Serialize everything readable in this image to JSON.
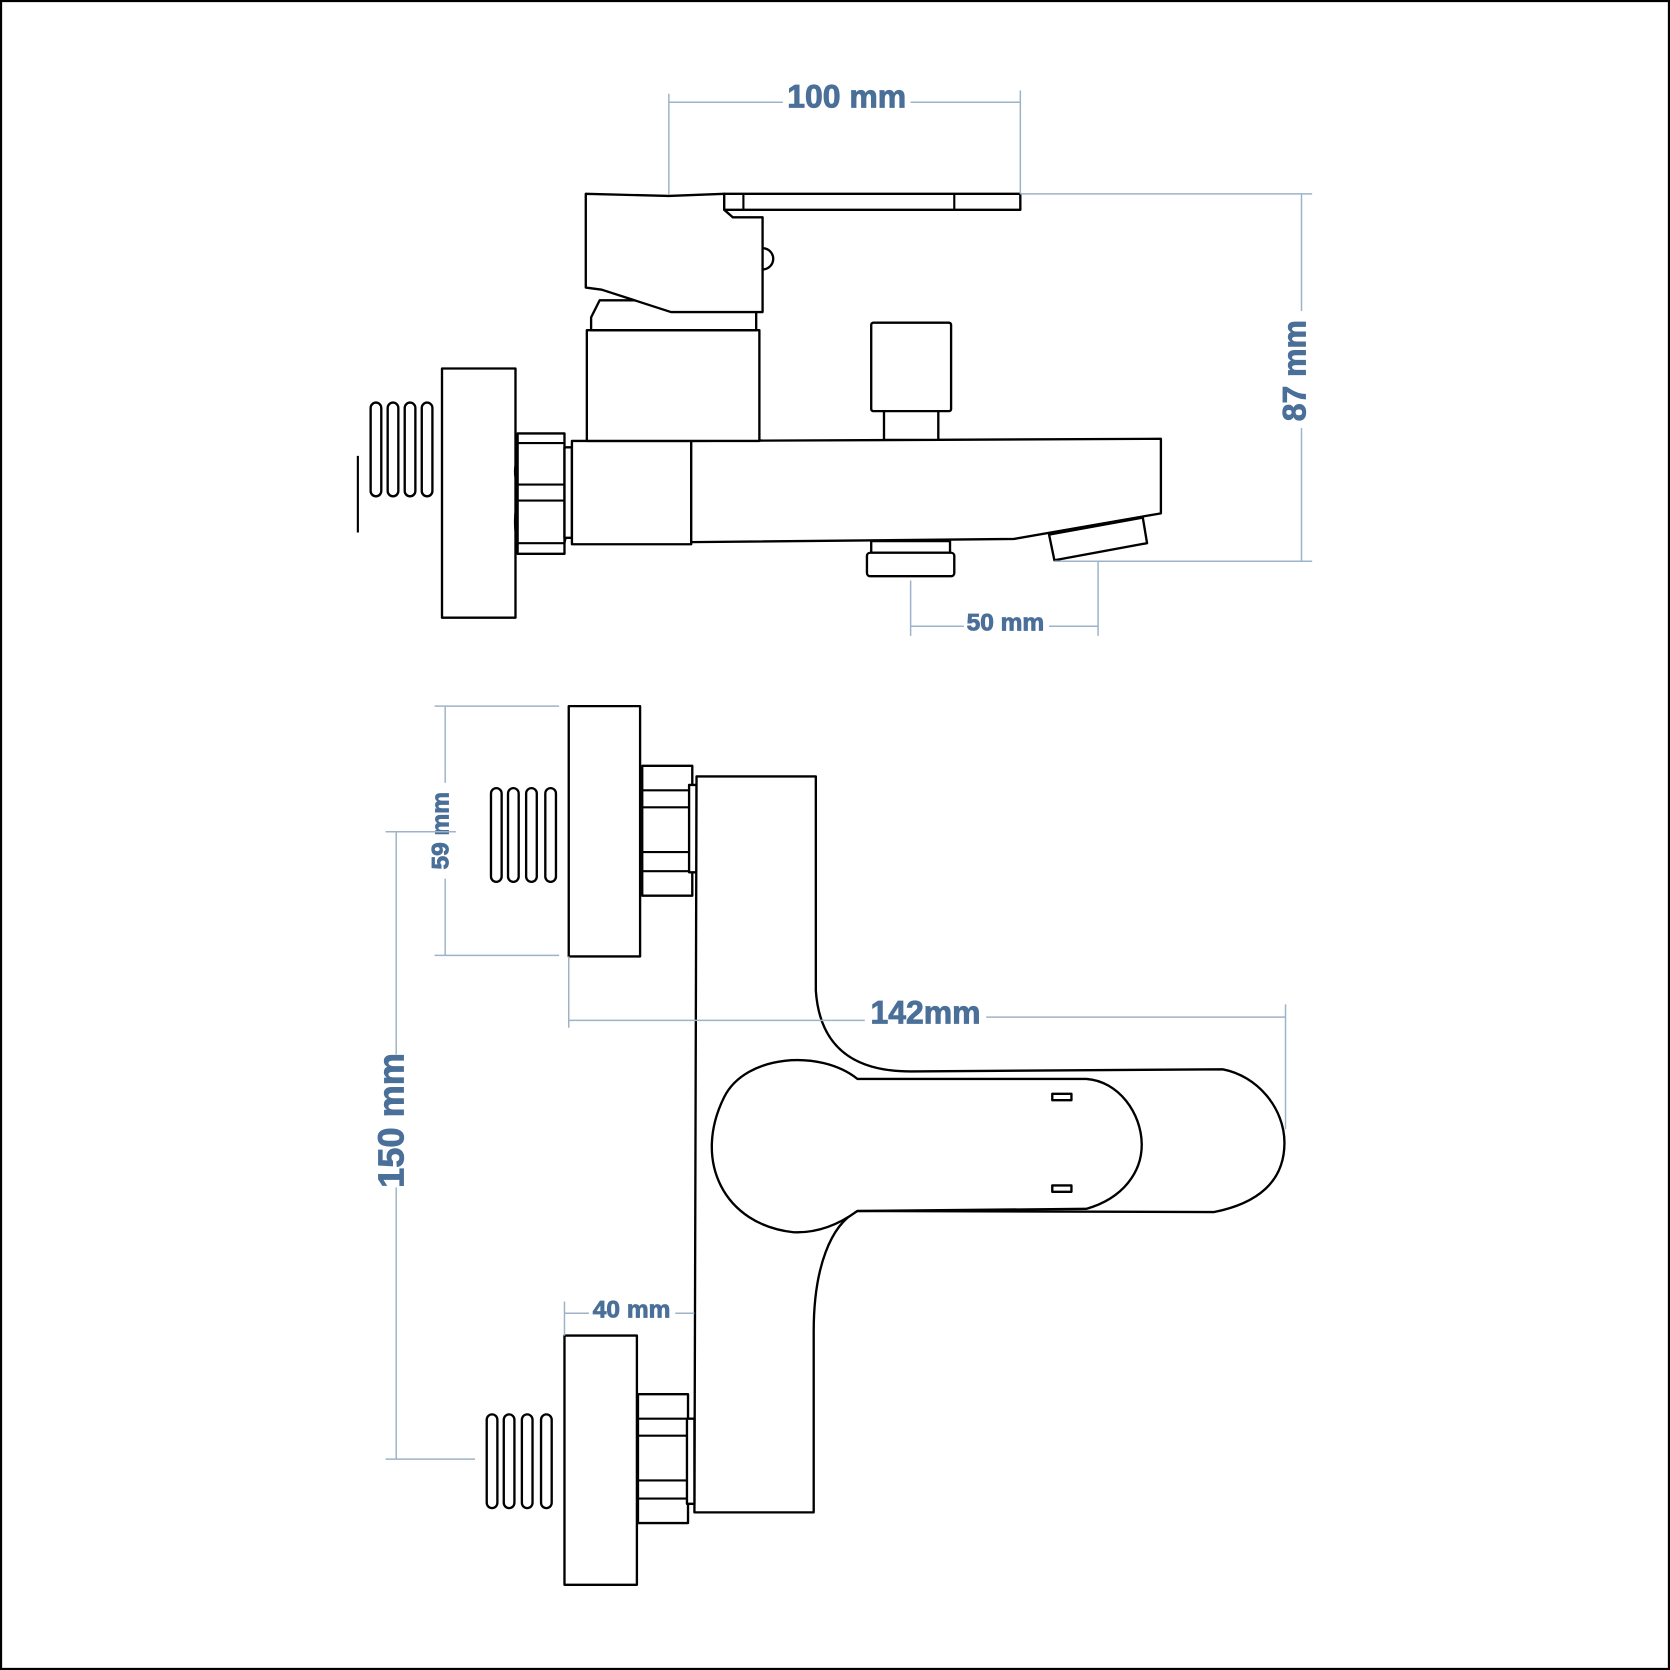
{
  "dimensions": {
    "handle_length": "100 mm",
    "height": "87 mm",
    "spout_offset": "50 mm",
    "flange_diameter": "59 mm",
    "inlet_spacing": "150 mm",
    "projection": "142mm",
    "wall_gap": "40 mm"
  },
  "colors": {
    "dimension": "#4a6f98",
    "outline": "#000000"
  }
}
